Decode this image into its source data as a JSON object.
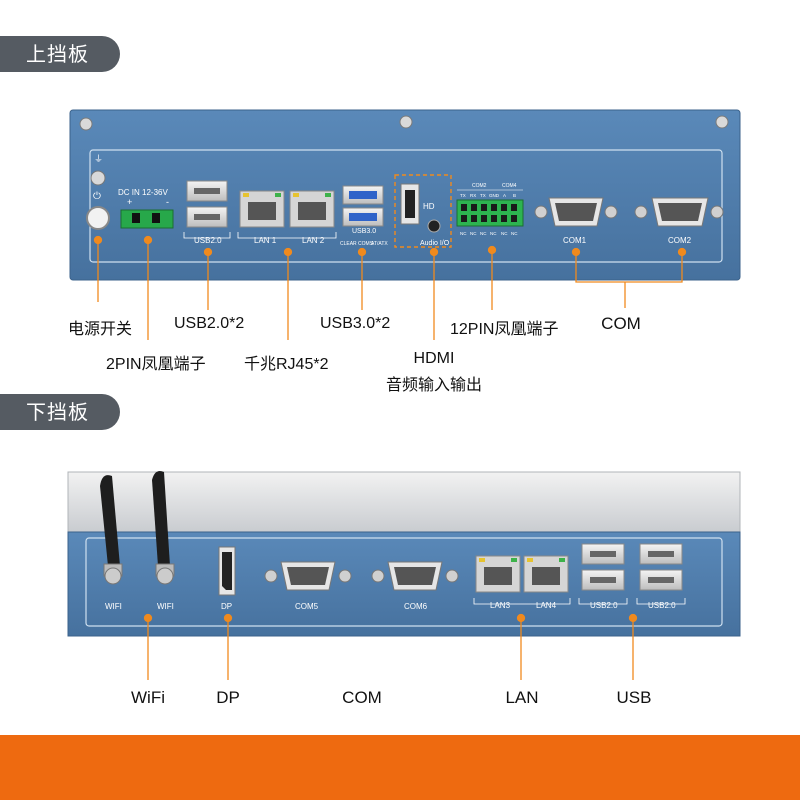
{
  "top": {
    "tag": "上挡板",
    "panel": {
      "dc_label": "DC IN 12-36V",
      "dc_plus": "+",
      "dc_minus": "-",
      "usb2_label": "USB2.0",
      "lan1": "LAN 1",
      "lan2": "LAN 2",
      "usb3_label": "USB3.0",
      "clear_label": "CLEAR COMS",
      "at_label": "AT/ATX",
      "hd_label": "HD",
      "audio_label": "Audio I/O",
      "com2_small": "COM2",
      "com4_small": "COM4",
      "pins": [
        "TX",
        "RX",
        "TX",
        "GND",
        "A",
        "B"
      ],
      "pins2": [
        "NC",
        "NC",
        "NC",
        "NC",
        "NC",
        "NC"
      ],
      "com1": "COM1",
      "com2": "COM2"
    },
    "labels": {
      "power": "电源开关",
      "pin2": "2PIN凤凰端子",
      "usb2": "USB2.0*2",
      "rj45": "千兆RJ45*2",
      "usb3": "USB3.0*2",
      "hdmi": "HDMI",
      "audio": "音频输入输出",
      "pin12": "12PIN凤凰端子",
      "com": "COM"
    }
  },
  "bottom": {
    "tag": "下挡板",
    "panel": {
      "wifi1": "WIFI",
      "wifi2": "WIFI",
      "dp": "DP",
      "com5": "COM5",
      "com6": "COM6",
      "lan3": "LAN3",
      "lan4": "LAN4",
      "usb_a": "USB2.0",
      "usb_b": "USB2.0"
    },
    "labels": {
      "wifi": "WiFi",
      "dp": "DP",
      "com": "COM",
      "lan": "LAN",
      "usb": "USB"
    }
  },
  "colors": {
    "panel": "#4f7eaf",
    "leader": "#f08a1e",
    "tag": "#555b62",
    "accent_bar": "#ee6a10"
  }
}
